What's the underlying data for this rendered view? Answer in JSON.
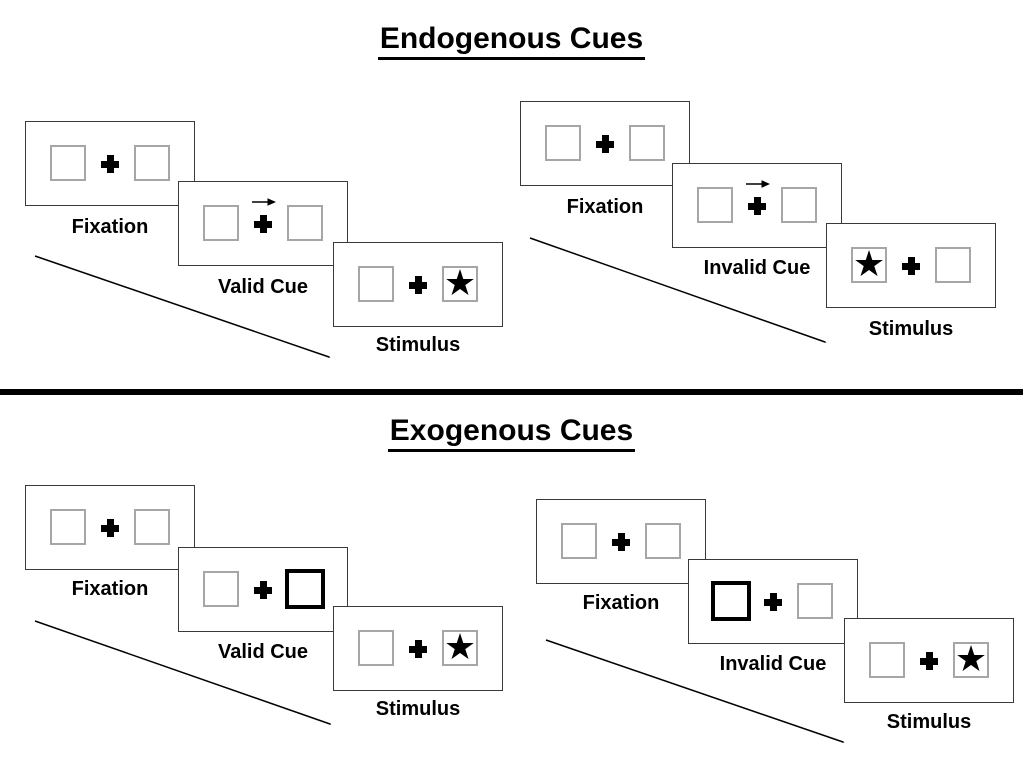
{
  "figure": {
    "kind": "Posner-cueing-task-diagram",
    "divider_color": "#000000",
    "square_border_color": "#a6a6a6",
    "cue_square_border_color": "#000000"
  },
  "glyphs": {
    "star": "★"
  },
  "sections": [
    {
      "title": "Endogenous Cues",
      "cue_style": "central-arrow-pointing-right",
      "sequences": [
        {
          "name": "valid",
          "star_position": "right",
          "labels": {
            "p1": "Fixation",
            "p2": "Valid Cue",
            "p3": "Stimulus"
          }
        },
        {
          "name": "invalid",
          "star_position": "left",
          "labels": {
            "p1": "Fixation",
            "p2": "Invalid Cue",
            "p3": "Stimulus"
          }
        }
      ]
    },
    {
      "title": "Exogenous Cues",
      "cue_style": "peripheral-thick-box",
      "sequences": [
        {
          "name": "valid",
          "cue_box": "right",
          "star_position": "right",
          "labels": {
            "p1": "Fixation",
            "p2": "Valid Cue",
            "p3": "Stimulus"
          }
        },
        {
          "name": "invalid",
          "cue_box": "left",
          "star_position": "right",
          "labels": {
            "p1": "Fixation",
            "p2": "Invalid Cue",
            "p3": "Stimulus"
          }
        }
      ]
    }
  ]
}
